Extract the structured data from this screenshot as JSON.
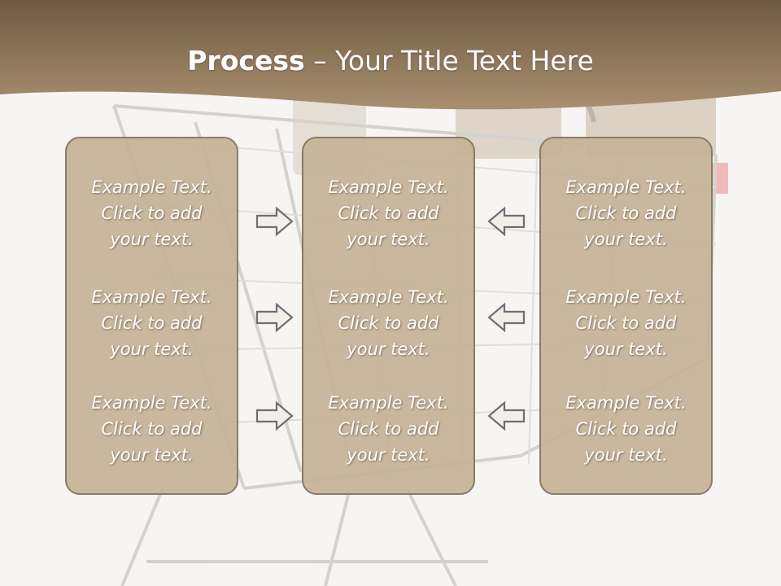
{
  "header": {
    "title_bold": "Process",
    "title_rest": "– Your Title Text Here",
    "band_color": "#8e7656"
  },
  "panels": [
    {
      "blocks": [
        {
          "line1": "Example Text.",
          "line2": "Click  to add",
          "line3": "your text."
        },
        {
          "line1": "Example Text.",
          "line2": "Click  to add",
          "line3": "your text."
        },
        {
          "line1": "Example Text.",
          "line2": "Click  to add",
          "line3": "your text."
        }
      ]
    },
    {
      "blocks": [
        {
          "line1": "Example Text.",
          "line2": "Click  to add",
          "line3": "your text."
        },
        {
          "line1": "Example Text.",
          "line2": "Click  to add",
          "line3": "your text."
        },
        {
          "line1": "Example Text.",
          "line2": "Click  to add",
          "line3": "your text."
        }
      ]
    },
    {
      "blocks": [
        {
          "line1": "Example Text.",
          "line2": "Click  to add",
          "line3": "your text."
        },
        {
          "line1": "Example Text.",
          "line2": "Click  to add",
          "line3": "your text."
        },
        {
          "line1": "Example Text.",
          "line2": "Click  to add",
          "line3": "your text."
        }
      ]
    }
  ],
  "arrows": {
    "left_column": "right-arrow-icon",
    "right_column": "left-arrow-icon"
  },
  "colors": {
    "panel_fill": "#c4b296",
    "panel_border": "#8a7a66",
    "arrow_stroke": "#6f6f6f",
    "text": "#ffffff"
  }
}
